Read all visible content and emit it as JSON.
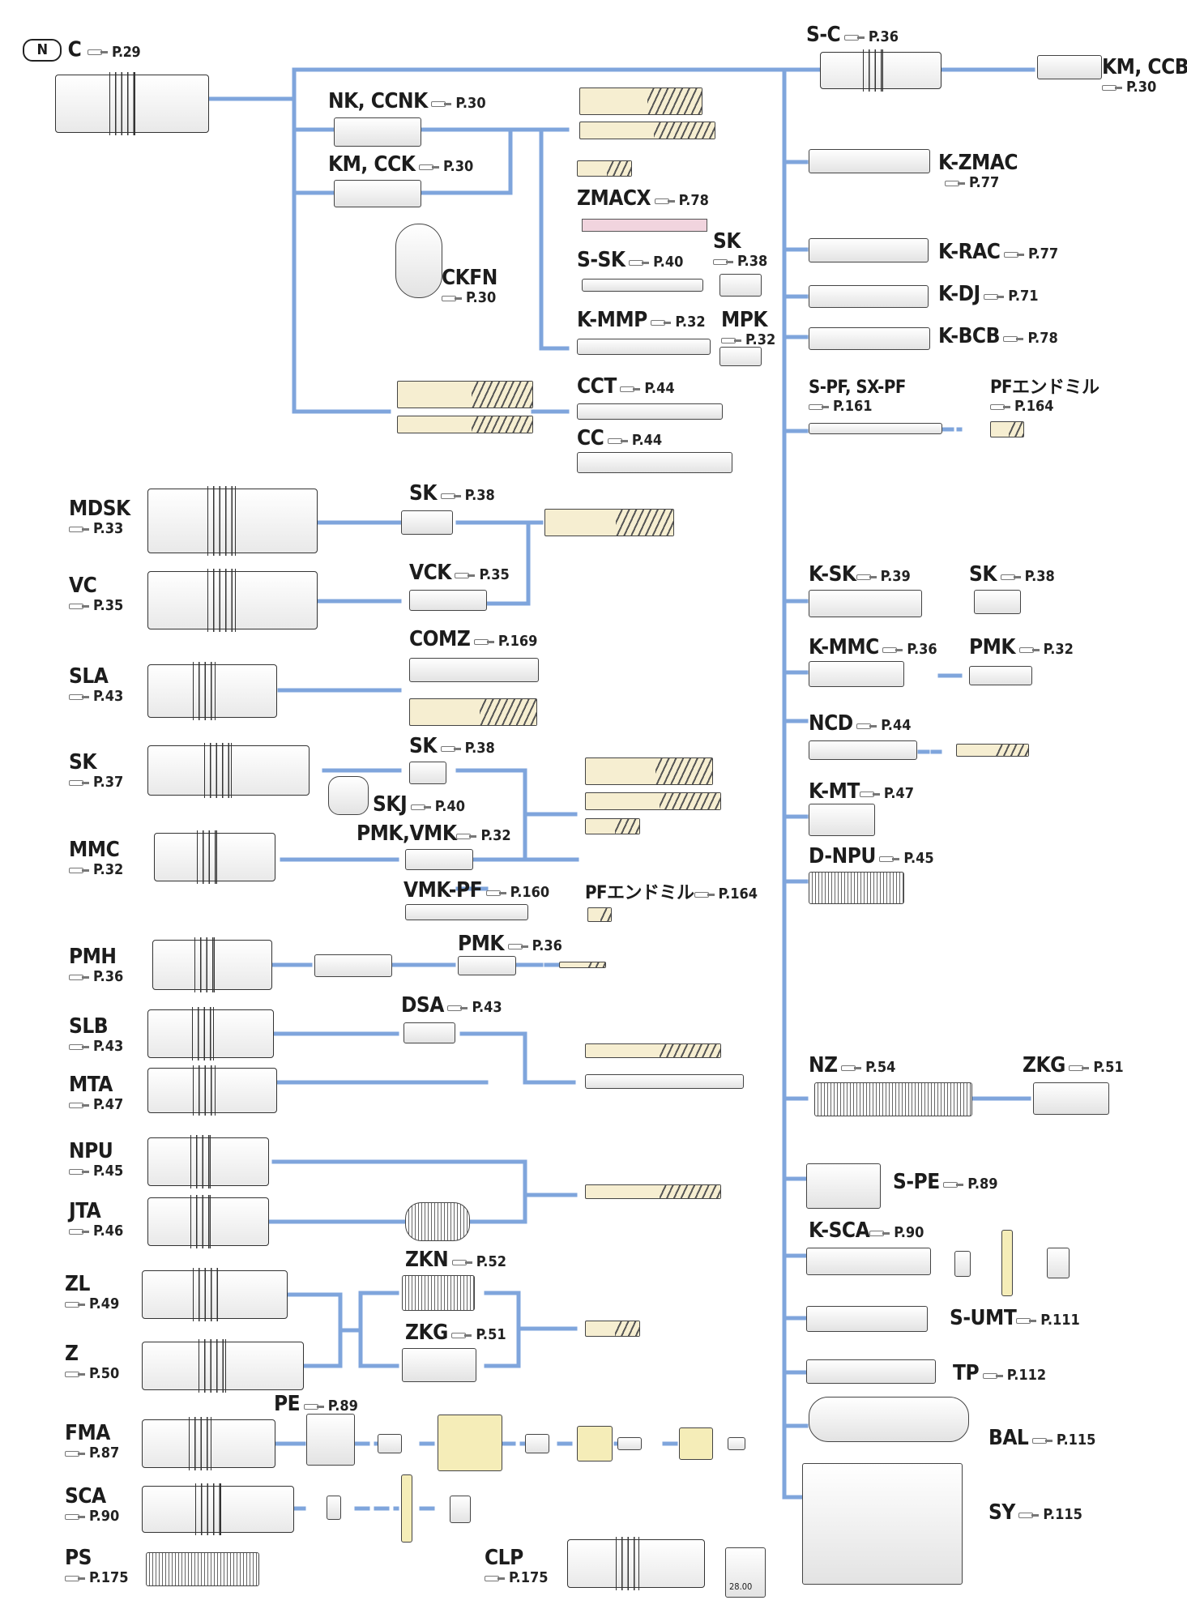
{
  "colors": {
    "connector": "#7fa5dc",
    "label": "#1c1c1c",
    "tool_body": "#e9e9e9",
    "cutter": "#f6eed1"
  },
  "top_holder": {
    "badge": "N",
    "code": "C",
    "page": "P.29"
  },
  "left_column": [
    {
      "code": "NK, CCNK",
      "page": "P.30"
    },
    {
      "code": "KM, CCK",
      "page": "P.30"
    },
    {
      "code": "CKFN",
      "page": "P.30"
    },
    {
      "code": "ZMACX",
      "page": "P.78"
    },
    {
      "code": "SK",
      "page": "P.38"
    },
    {
      "code": "S-SK",
      "page": "P.40"
    },
    {
      "code": "K-MMP",
      "page": "P.32"
    },
    {
      "code": "MPK",
      "page": "P.32"
    },
    {
      "code": "CCT",
      "page": "P.44"
    },
    {
      "code": "CC",
      "page": "P.44"
    }
  ],
  "holders": [
    {
      "code": "MDSK",
      "page": "P.33"
    },
    {
      "code": "VC",
      "page": "P.35"
    },
    {
      "code": "SLA",
      "page": "P.43"
    },
    {
      "code": "SK",
      "page": "P.37"
    },
    {
      "code": "MMC",
      "page": "P.32"
    },
    {
      "code": "PMH",
      "page": "P.36"
    },
    {
      "code": "SLB",
      "page": "P.43"
    },
    {
      "code": "MTA",
      "page": "P.47"
    },
    {
      "code": "NPU",
      "page": "P.45"
    },
    {
      "code": "JTA",
      "page": "P.46"
    },
    {
      "code": "ZL",
      "page": "P.49"
    },
    {
      "code": "Z",
      "page": "P.50"
    },
    {
      "code": "FMA",
      "page": "P.87"
    },
    {
      "code": "SCA",
      "page": "P.90"
    },
    {
      "code": "PS",
      "page": "P.175"
    }
  ],
  "middle": [
    {
      "code": "SK",
      "page": "P.38"
    },
    {
      "code": "VCK",
      "page": "P.35"
    },
    {
      "code": "COMZ",
      "page": "P.169"
    },
    {
      "code": "SK",
      "page": "P.38"
    },
    {
      "code": "SKJ",
      "page": "P.40"
    },
    {
      "code": "PMK,VMK",
      "page": "P.32"
    },
    {
      "code": "VMK-PF",
      "page": "P.160"
    },
    {
      "code": "PFエンドミル",
      "page": "P.164"
    },
    {
      "code": "PMK",
      "page": "P.36"
    },
    {
      "code": "DSA",
      "page": "P.43"
    },
    {
      "code": "ZKN",
      "page": "P.52"
    },
    {
      "code": "ZKG",
      "page": "P.51"
    },
    {
      "code": "PE",
      "page": "P.89"
    },
    {
      "code": "CLP",
      "page": "P.175"
    }
  ],
  "right_column": [
    {
      "code": "S-C",
      "page": "P.36"
    },
    {
      "code": "KM, CCB",
      "page": "P.30"
    },
    {
      "code": "K-ZMAC",
      "page": "P.77"
    },
    {
      "code": "K-RAC",
      "page": "P.77"
    },
    {
      "code": "K-DJ",
      "page": "P.71"
    },
    {
      "code": "K-BCB",
      "page": "P.78"
    },
    {
      "code": "S-PF, SX-PF",
      "page": "P.161"
    },
    {
      "code": "PFエンドミル",
      "page": "P.164"
    },
    {
      "code": "K-SK",
      "page": "P.39"
    },
    {
      "code": "SK",
      "page": "P.38"
    },
    {
      "code": "K-MMC",
      "page": "P.36"
    },
    {
      "code": "PMK",
      "page": "P.32"
    },
    {
      "code": "NCD",
      "page": "P.44"
    },
    {
      "code": "K-MT",
      "page": "P.47"
    },
    {
      "code": "D-NPU",
      "page": "P.45"
    },
    {
      "code": "NZ",
      "page": "P.54"
    },
    {
      "code": "ZKG",
      "page": "P.51"
    },
    {
      "code": "S-PE",
      "page": "P.89"
    },
    {
      "code": "K-SCA",
      "page": "P.90"
    },
    {
      "code": "S-UMT",
      "page": "P.111"
    },
    {
      "code": "TP",
      "page": "P.112"
    },
    {
      "code": "BAL",
      "page": "P.115"
    },
    {
      "code": "SY",
      "page": "P.115"
    }
  ],
  "clp_display": "28.00"
}
